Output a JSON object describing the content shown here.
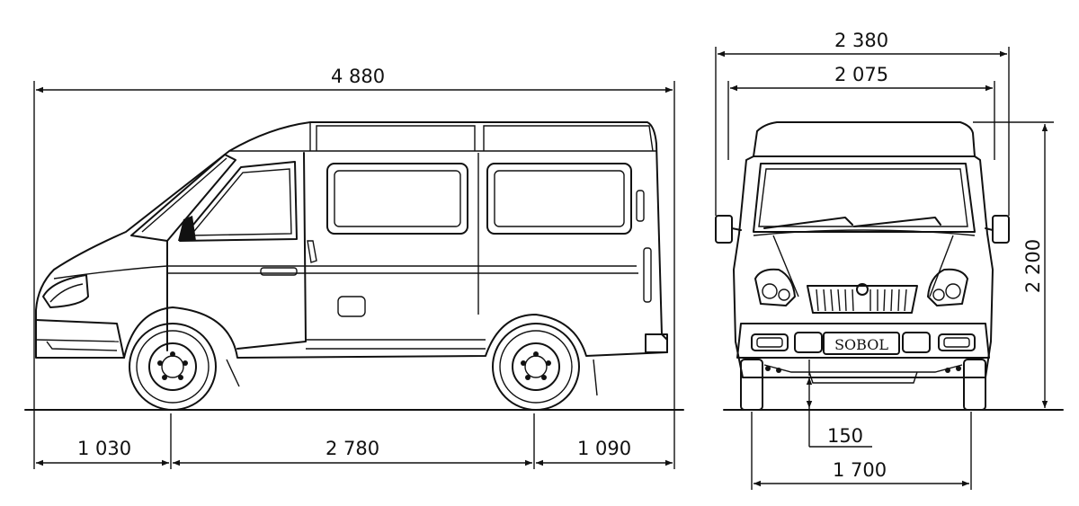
{
  "dimensions": {
    "overall_length": "4 880",
    "front_overhang": "1 030",
    "wheelbase": "2 780",
    "rear_overhang": "1 090",
    "overall_width_mirrors": "2 380",
    "body_width": "2 075",
    "overall_height": "2 200",
    "ground_clearance": "150",
    "track_width": "1 700"
  },
  "badge": {
    "model_name": "SOBOL"
  },
  "colors": {
    "line": "#111111",
    "background": "#ffffff"
  }
}
